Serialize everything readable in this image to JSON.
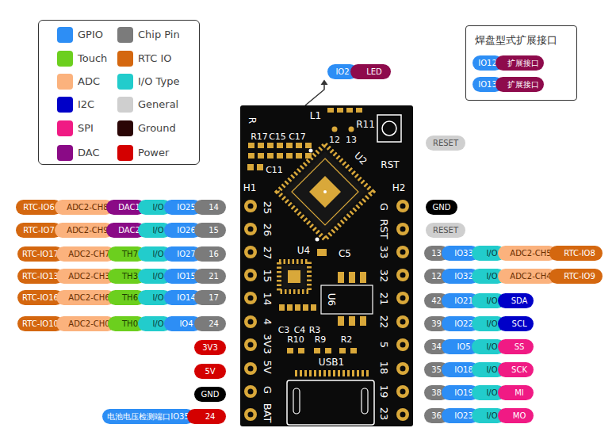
{
  "diagram": {
    "nodes": [
      {
        "text": [
          "IO2"
        ]
      },
      {
        "text": [
          "LED"
        ]
      },
      {
        "text": [
          "焊盘型式扩展接口"
        ]
      },
      {
        "text": [
          "IO12"
        ],
        "in": 2
      },
      {
        "text": [
          "扩展接口"
        ],
        "in": 2
      },
      {
        "text": [
          "IO13"
        ],
        "in": 2
      },
      {
        "text": [
          "扩展接口"
        ],
        "in": 2
      },
      {
        "text": [
          "RESET"
        ]
      },
      {
        "text": [
          "RTC-IO6"
        ]
      },
      {
        "text": [
          "ADC2-CH8"
        ]
      },
      {
        "text": [
          "DAC1"
        ]
      },
      {
        "text": [
          "I/O"
        ]
      },
      {
        "text": [
          "IO25"
        ]
      },
      {
        "text": [
          "14"
        ]
      },
      {
        "text": [
          "GND"
        ]
      },
      {
        "text": [
          "RTC-IO7"
        ]
      },
      {
        "text": [
          "ADC2-CH9"
        ]
      },
      {
        "text": [
          "DAC2"
        ]
      },
      {
        "text": [
          "I/O"
        ]
      },
      {
        "text": [
          "IO26"
        ]
      },
      {
        "text": [
          "15"
        ]
      },
      {
        "text": [
          "RESET"
        ]
      },
      {
        "text": [
          "RTC-IO17"
        ]
      },
      {
        "text": [
          "ADC2-CH7"
        ]
      },
      {
        "text": [
          "TH7"
        ]
      },
      {
        "text": [
          "I/O"
        ]
      },
      {
        "text": [
          "IO27"
        ]
      },
      {
        "text": [
          "16"
        ]
      },
      {
        "text": [
          "13"
        ]
      },
      {
        "text": [
          "IO33"
        ]
      },
      {
        "text": [
          "I/O"
        ]
      },
      {
        "text": [
          "ADC2-CH5"
        ]
      },
      {
        "text": [
          "RTC-IO8"
        ]
      },
      {
        "text": [
          "RTC-IO13"
        ]
      },
      {
        "text": [
          "ADC2-CH3"
        ]
      },
      {
        "text": [
          "TH3"
        ]
      },
      {
        "text": [
          "I/O"
        ]
      },
      {
        "text": [
          "IO15"
        ]
      },
      {
        "text": [
          "21"
        ]
      },
      {
        "text": [
          "12"
        ]
      },
      {
        "text": [
          "IO32"
        ]
      },
      {
        "text": [
          "I/O"
        ]
      },
      {
        "text": [
          "ADC2-CH4"
        ]
      },
      {
        "text": [
          "RTC-IO9"
        ]
      },
      {
        "text": [
          "RTC-IO16"
        ]
      },
      {
        "text": [
          "ADC2-CH6"
        ]
      },
      {
        "text": [
          "TH6"
        ]
      },
      {
        "text": [
          "I/O"
        ]
      },
      {
        "text": [
          "IO14"
        ]
      },
      {
        "text": [
          "17"
        ]
      },
      {
        "text": [
          "42"
        ]
      },
      {
        "text": [
          "IO21"
        ]
      },
      {
        "text": [
          "I/O"
        ]
      },
      {
        "text": [
          "SDA"
        ]
      },
      {
        "text": [
          "RTC-IO10"
        ]
      },
      {
        "text": [
          "ADC2-CH0"
        ]
      },
      {
        "text": [
          "TH0"
        ]
      },
      {
        "text": [
          "I/O"
        ]
      },
      {
        "text": [
          "IO4"
        ]
      },
      {
        "text": [
          "24"
        ]
      },
      {
        "text": [
          "39"
        ]
      },
      {
        "text": [
          "IO22"
        ]
      },
      {
        "text": [
          "I/O"
        ]
      },
      {
        "text": [
          "SCL"
        ]
      },
      {
        "text": [
          "3V3"
        ]
      },
      {
        "text": [
          "34"
        ]
      },
      {
        "text": [
          "IO5"
        ]
      },
      {
        "text": [
          "I/O"
        ]
      },
      {
        "text": [
          "SS"
        ]
      },
      {
        "text": [
          "5V"
        ]
      },
      {
        "text": [
          "35"
        ]
      },
      {
        "text": [
          "IO18"
        ]
      },
      {
        "text": [
          "I/O"
        ]
      },
      {
        "text": [
          "SCK"
        ]
      },
      {
        "text": [
          "GND"
        ]
      },
      {
        "text": [
          "38"
        ]
      },
      {
        "text": [
          "IO19"
        ]
      },
      {
        "text": [
          "I/O"
        ]
      },
      {
        "text": [
          "MI"
        ]
      },
      {
        "text": [
          "电池电压检测端口IO35"
        ]
      },
      {
        "text": [
          "24"
        ]
      },
      {
        "text": [
          "36"
        ]
      },
      {
        "text": [
          "IO23"
        ]
      },
      {
        "text": [
          "I/O"
        ]
      },
      {
        "text": [
          "MO"
        ]
      }
    ],
    "labels": [
      "L1",
      "R11",
      "12",
      "13",
      "R",
      "R17",
      "C15",
      "C17",
      "C11",
      "U2",
      "RST",
      "H1",
      "H2",
      "25",
      "26",
      "27",
      "15",
      "14",
      "4",
      "3V3",
      "5V",
      "G",
      "BAT",
      "G",
      "RST",
      "33",
      "32",
      "21",
      "22",
      "5",
      "18",
      "19",
      "23",
      "U4",
      "C5",
      "U6",
      "C3",
      "C4",
      "R3",
      "R10",
      "R9",
      "R2",
      "USB1"
    ],
    "legend": [
      {
        "text": "GPIO",
        "color": "#2d8ef5"
      },
      {
        "text": "Chip Pin",
        "color": "#7b7b7b"
      },
      {
        "text": "Touch",
        "color": "#6ccf1e"
      },
      {
        "text": "RTC IO",
        "color": "#d4670f"
      },
      {
        "text": "ADC",
        "color": "#fbb27d"
      },
      {
        "text": "I/O Type",
        "color": "#22cccc"
      },
      {
        "text": "I2C",
        "color": "#0000c8"
      },
      {
        "text": "General",
        "color": "#cfcfcf"
      },
      {
        "text": "SPI",
        "color": "#f01a84"
      },
      {
        "text": "Ground",
        "color": "#2a0606"
      },
      {
        "text": "DAC",
        "color": "#8a0a86"
      },
      {
        "text": "Power",
        "color": "#d40000"
      }
    ]
  }
}
